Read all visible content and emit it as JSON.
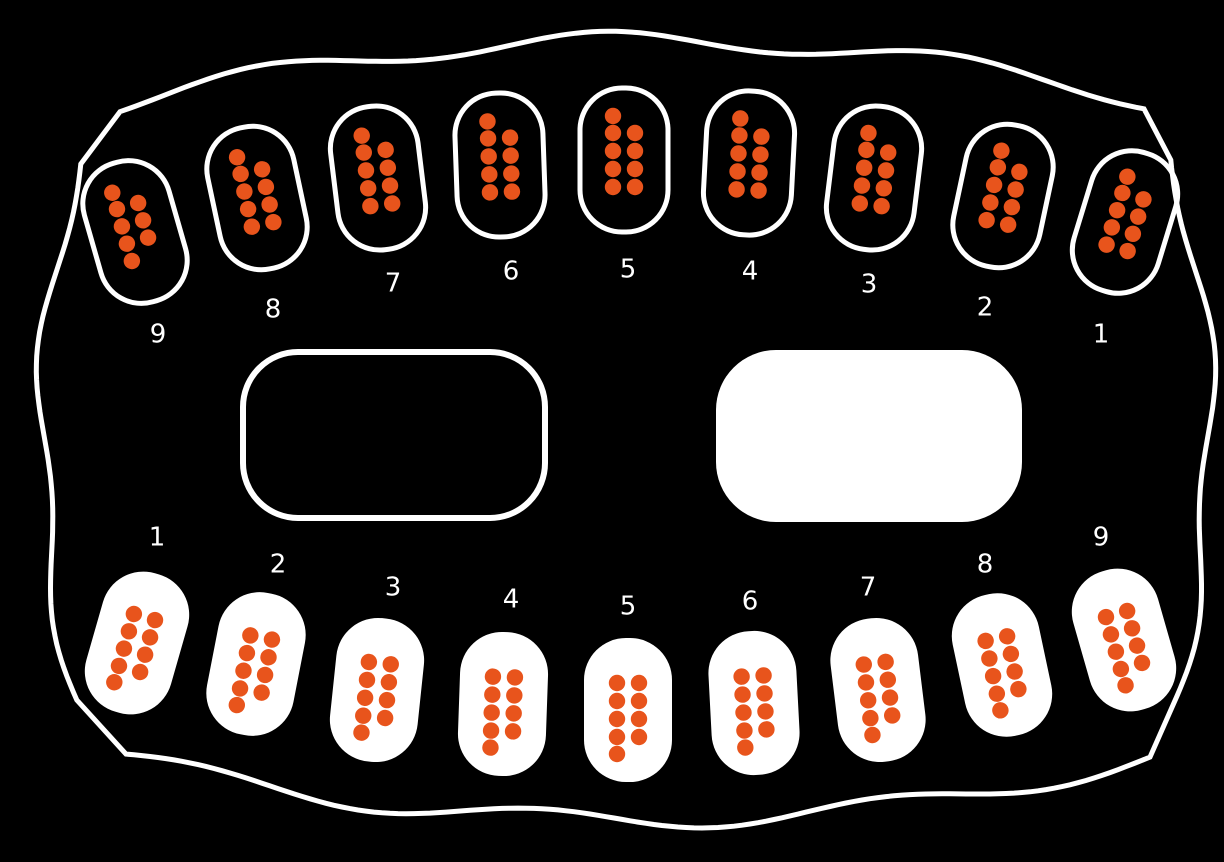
{
  "colors": {
    "background": "#000000",
    "outline": "#ffffff",
    "dot": "#e8541c",
    "filled_shape": "#ffffff"
  },
  "upper_row": {
    "labels": [
      "9",
      "8",
      "7",
      "6",
      "5",
      "4",
      "3",
      "2",
      "1"
    ],
    "dot_counts": [
      8,
      9,
      9,
      9,
      9,
      9,
      9,
      9,
      9
    ],
    "style": "outlined"
  },
  "lower_row": {
    "labels": [
      "1",
      "2",
      "3",
      "4",
      "5",
      "6",
      "7",
      "8",
      "9"
    ],
    "dot_counts": [
      9,
      9,
      9,
      9,
      9,
      9,
      9,
      9,
      9
    ],
    "style": "filled"
  },
  "center_shapes": [
    {
      "name": "left-rounded-rect",
      "style": "outlined"
    },
    {
      "name": "right-rounded-rect",
      "style": "filled"
    }
  ]
}
